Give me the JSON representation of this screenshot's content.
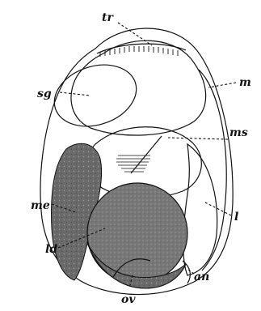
{
  "figure": {
    "labels": {
      "tr": "tr",
      "m": "m",
      "sg": "sg",
      "ms": "ms",
      "me": "me",
      "l": "l",
      "ld": "ld",
      "an": "an",
      "ov": "ov"
    },
    "colors": {
      "ink": "#111111",
      "dark_mass": "#5a5a5a",
      "yolk": "#6e6e6e",
      "paper": "#ffffff"
    }
  }
}
